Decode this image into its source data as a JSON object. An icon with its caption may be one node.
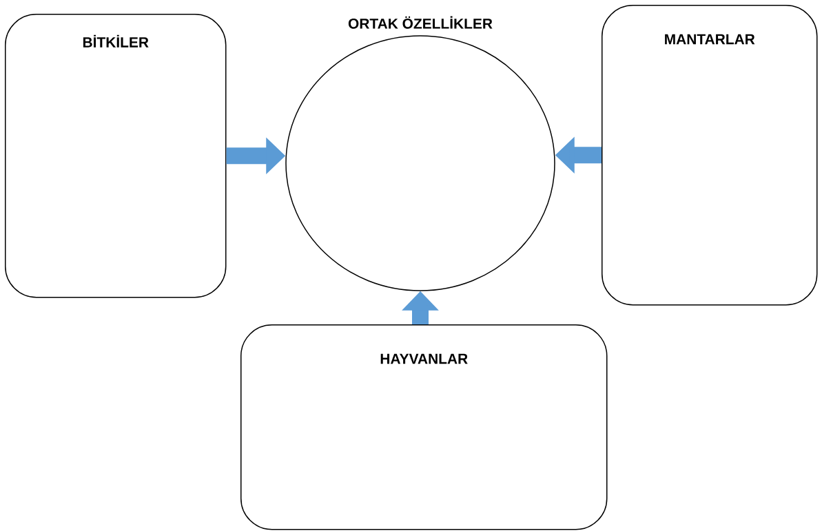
{
  "diagram": {
    "nodes": [
      {
        "text": [
          "BİTKİLER"
        ]
      },
      {
        "text": [
          "ORTAK ÖZELLİKLER"
        ]
      },
      {
        "text": [
          "MANTARLAR"
        ]
      },
      {
        "text": [
          "HAYVANLAR"
        ]
      }
    ],
    "edges": [
      {
        "from": 0,
        "to": 1,
        "arrow": "to"
      },
      {
        "from": 2,
        "to": 1,
        "arrow": "to"
      },
      {
        "from": 3,
        "to": 1,
        "arrow": "to"
      }
    ]
  }
}
